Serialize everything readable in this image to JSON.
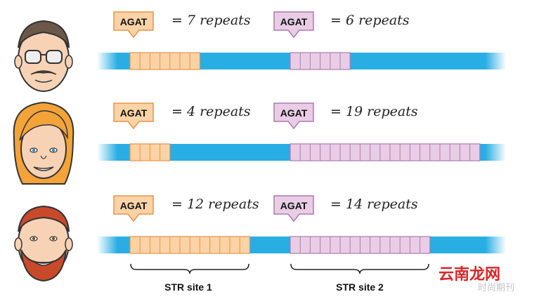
{
  "colors": {
    "dna": "#29aee3",
    "site1_fill": "#fbd3a6",
    "site1_stroke": "#e9934a",
    "site2_fill": "#e9cde6",
    "site2_stroke": "#ad7bab",
    "watermark_red": "#d8262a",
    "watermark_grey": "#c5c5c5"
  },
  "rows": [
    {
      "person": "man-with-glasses-and-mustache",
      "site1": {
        "motif": "AGAT",
        "repeats": 7,
        "text": "= 7 repeats"
      },
      "site2": {
        "motif": "AGAT",
        "repeats": 6,
        "text": "= 6 repeats"
      }
    },
    {
      "person": "woman-with-blonde-hair",
      "site1": {
        "motif": "AGAT",
        "repeats": 4,
        "text": "= 4 repeats"
      },
      "site2": {
        "motif": "AGAT",
        "repeats": 19,
        "text": "= 19 repeats"
      }
    },
    {
      "person": "man-with-red-beard",
      "site1": {
        "motif": "AGAT",
        "repeats": 12,
        "text": "= 12 repeats"
      },
      "site2": {
        "motif": "AGAT",
        "repeats": 14,
        "text": "= 14 repeats"
      }
    }
  ],
  "site_labels": {
    "site1": "STR site 1",
    "site2": "STR site 2"
  },
  "watermark": {
    "main": "云南龙网",
    "sub": "时尚期刊"
  }
}
